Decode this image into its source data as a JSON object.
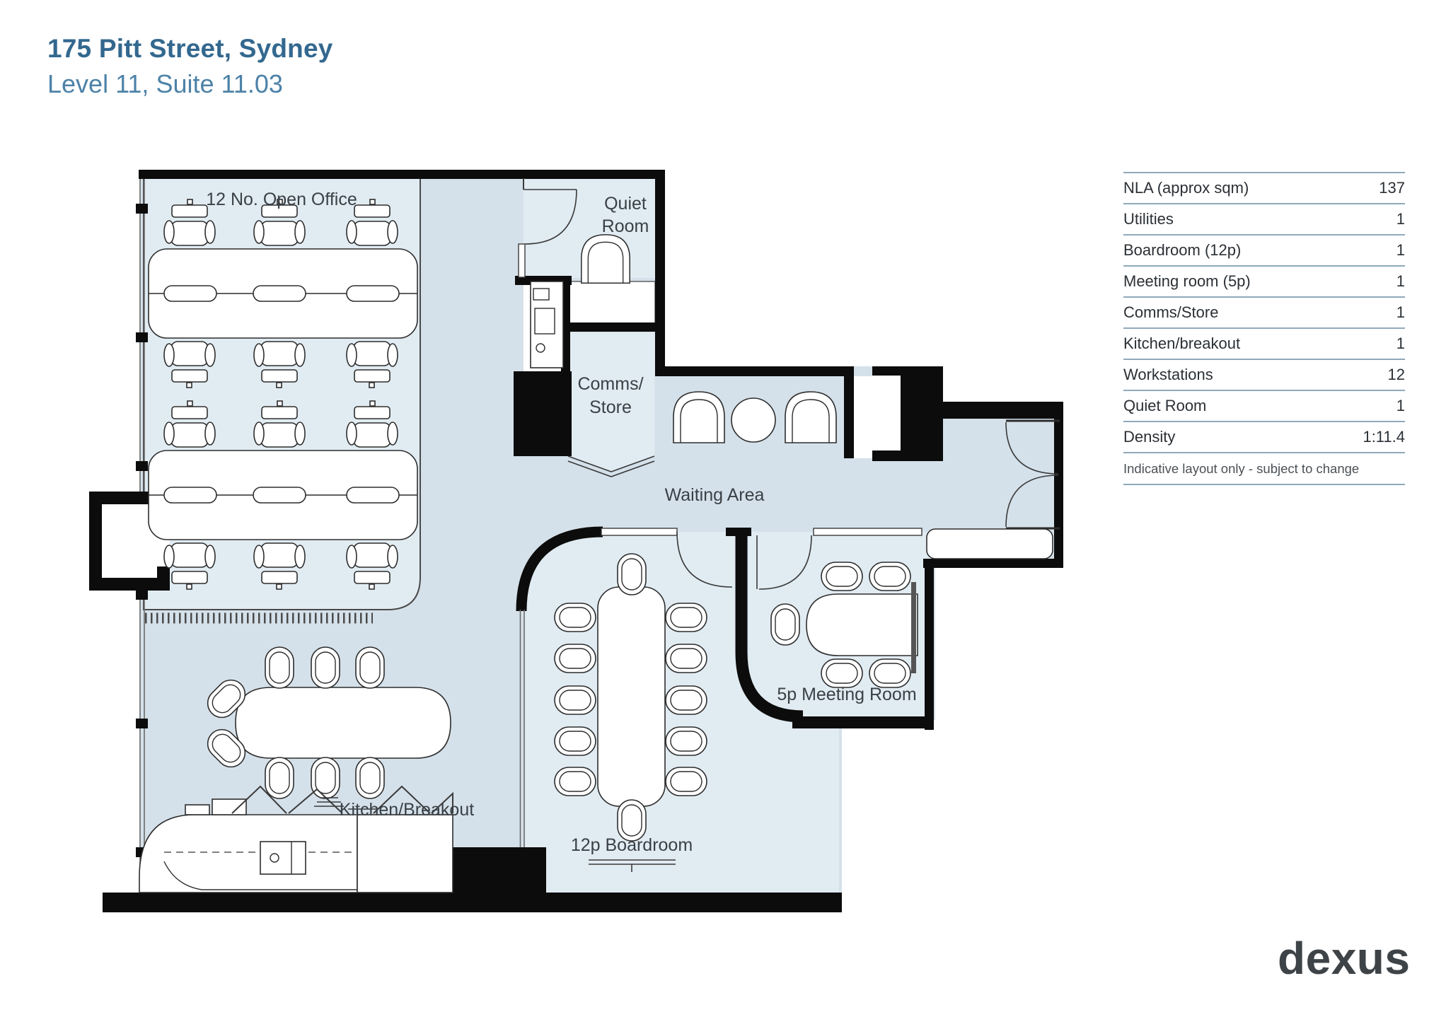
{
  "header": {
    "title": "175 Pitt Street, Sydney",
    "subtitle": "Level 11, Suite 11.03"
  },
  "plan": {
    "labels": {
      "open_office": "12 No. Open Office",
      "quiet_room": [
        "Quiet",
        "Room"
      ],
      "comms_store": [
        "Comms/",
        "Store"
      ],
      "waiting_area": "Waiting Area",
      "meeting_room": "5p Meeting Room",
      "boardroom": "12p Boardroom",
      "kitchen": "Kitchen/Breakout"
    },
    "colors": {
      "room_fill": "#e1ebf2",
      "circulation_fill": "#d5e1ea",
      "wall": "#0c0c0c"
    }
  },
  "summary_table": {
    "rows": [
      {
        "label": "NLA (approx sqm)",
        "value": "137"
      },
      {
        "label": "Utilities",
        "value": "1"
      },
      {
        "label": "Boardroom (12p)",
        "value": "1"
      },
      {
        "label": "Meeting room (5p)",
        "value": "1"
      },
      {
        "label": "Comms/Store",
        "value": "1"
      },
      {
        "label": "Kitchen/breakout",
        "value": "1"
      },
      {
        "label": "Workstations",
        "value": "12"
      },
      {
        "label": "Quiet Room",
        "value": "1"
      },
      {
        "label": "Density",
        "value": "1:11.4"
      }
    ],
    "disclaimer": "Indicative layout only - subject to change"
  },
  "footer": {
    "logo_text": "dexus"
  }
}
